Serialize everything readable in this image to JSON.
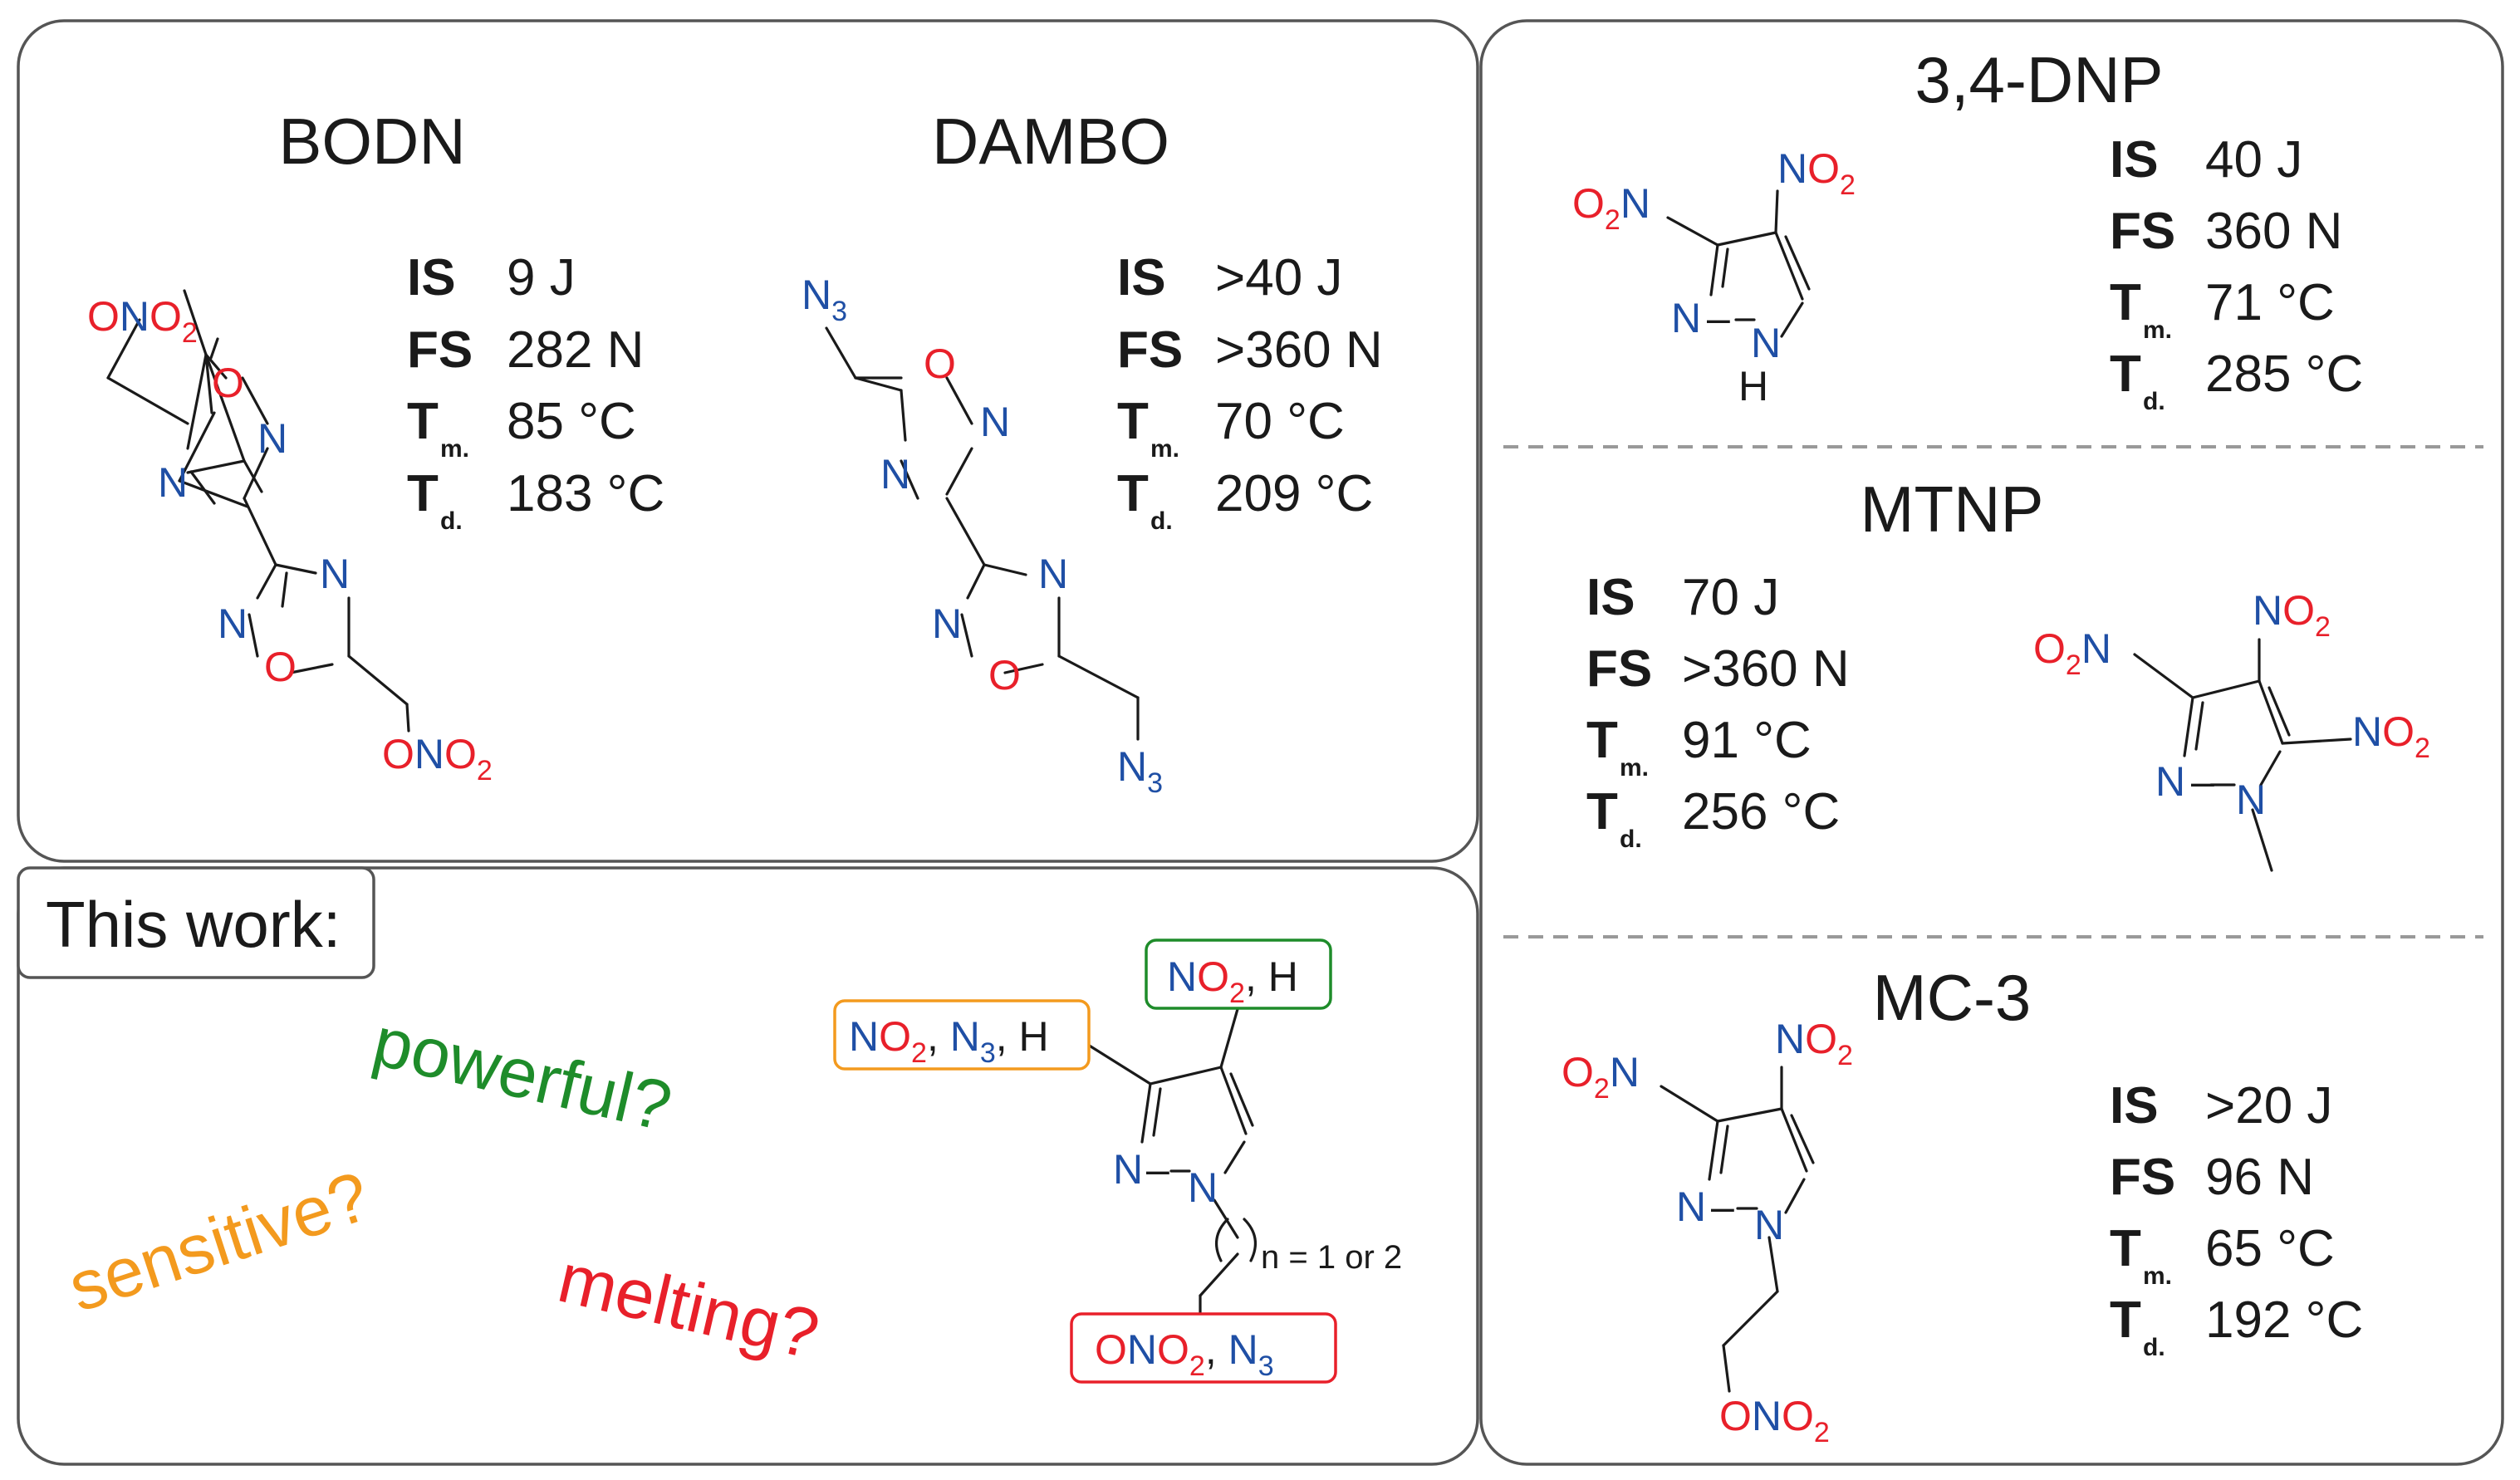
{
  "panels": {
    "bodn": {
      "title": "BODN",
      "properties": [
        {
          "label": "IS",
          "sub": "",
          "value": "9 J"
        },
        {
          "label": "FS",
          "sub": "",
          "value": "282 N"
        },
        {
          "label": "T",
          "sub": "m.",
          "value": "85 °C"
        },
        {
          "label": "T",
          "sub": "d.",
          "value": "183 °C"
        }
      ]
    },
    "dambo": {
      "title": "DAMBO",
      "properties": [
        {
          "label": "IS",
          "sub": "",
          "value": ">40 J"
        },
        {
          "label": "FS",
          "sub": "",
          "value": ">360 N"
        },
        {
          "label": "T",
          "sub": "m.",
          "value": "70 °C"
        },
        {
          "label": "T",
          "sub": "d.",
          "value": "209 °C"
        }
      ]
    },
    "dnp34": {
      "title": "3,4-DNP",
      "properties": [
        {
          "label": "IS",
          "sub": "",
          "value": "40 J"
        },
        {
          "label": "FS",
          "sub": "",
          "value": "360 N"
        },
        {
          "label": "T",
          "sub": "m.",
          "value": "71 °C"
        },
        {
          "label": "T",
          "sub": "d.",
          "value": "285 °C"
        }
      ]
    },
    "mtnp": {
      "title": "MTNP",
      "properties": [
        {
          "label": "IS",
          "sub": "",
          "value": "70 J"
        },
        {
          "label": "FS",
          "sub": "",
          "value": ">360 N"
        },
        {
          "label": "T",
          "sub": "m.",
          "value": "91 °C"
        },
        {
          "label": "T",
          "sub": "d.",
          "value": "256 °C"
        }
      ]
    },
    "mc3": {
      "title": "MC-3",
      "properties": [
        {
          "label": "IS",
          "sub": "",
          "value": ">20 J"
        },
        {
          "label": "FS",
          "sub": "",
          "value": "96 N"
        },
        {
          "label": "T",
          "sub": "m.",
          "value": "65 °C"
        },
        {
          "label": "T",
          "sub": "d.",
          "value": "192 °C"
        }
      ]
    }
  },
  "this_work": {
    "label": "This work:",
    "questions": {
      "powerful": "powerful?",
      "sensitive": "sensitive?",
      "melting": "melting?"
    },
    "n_label": "n = 1 or 2"
  },
  "colors": {
    "oxygen": "#e8202a",
    "nitrogen": "#1f4fa5",
    "green": "#1e8c2a",
    "orange": "#f39a1e",
    "red": "#e8202a",
    "border": "#555555"
  }
}
